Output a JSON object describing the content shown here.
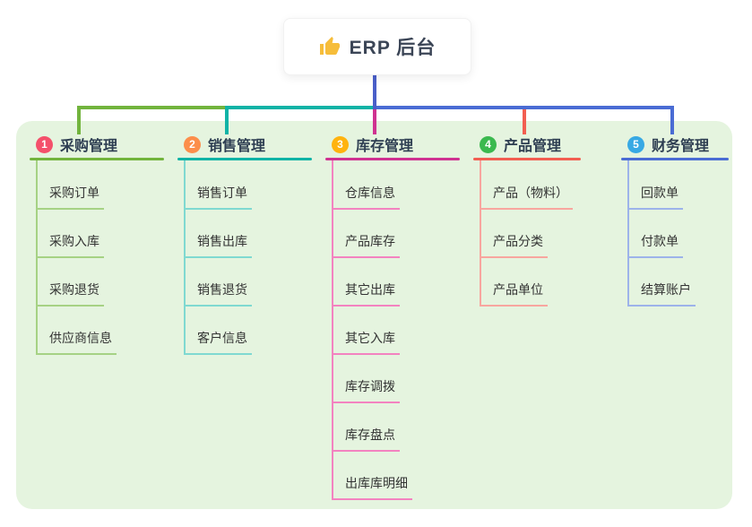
{
  "root": {
    "title": "ERP 后台",
    "icon": "thumbs-up-icon"
  },
  "colors": {
    "panel_bg": "#e5f4df",
    "root_connector": "#4a5fc9",
    "title_text": "#2e3e52",
    "child_text": "#333333"
  },
  "branches": [
    {
      "index": "1",
      "title": "采购管理",
      "badge_color": "#f4506b",
      "line_color": "#72b43d",
      "child_line_color": "#a6d284",
      "children": [
        "采购订单",
        "采购入库",
        "采购退货",
        "供应商信息"
      ]
    },
    {
      "index": "2",
      "title": "销售管理",
      "badge_color": "#fc8e4b",
      "line_color": "#0fb3a6",
      "child_line_color": "#7fd9d1",
      "children": [
        "销售订单",
        "销售出库",
        "销售退货",
        "客户信息"
      ]
    },
    {
      "index": "3",
      "title": "库存管理",
      "badge_color": "#ffb30f",
      "line_color": "#cf3291",
      "child_line_color": "#f383c0",
      "children": [
        "仓库信息",
        "产品库存",
        "其它出库",
        "其它入库",
        "库存调拨",
        "库存盘点",
        "出库库明细"
      ]
    },
    {
      "index": "4",
      "title": "产品管理",
      "badge_color": "#3bb94f",
      "line_color": "#f25e51",
      "child_line_color": "#f8a69f",
      "children": [
        "产品（物料）",
        "产品分类",
        "产品单位"
      ]
    },
    {
      "index": "5",
      "title": "财务管理",
      "badge_color": "#38a9e4",
      "line_color": "#4a6cd4",
      "child_line_color": "#9db3ea",
      "children": [
        "回款单",
        "付款单",
        "结算账户"
      ]
    }
  ]
}
